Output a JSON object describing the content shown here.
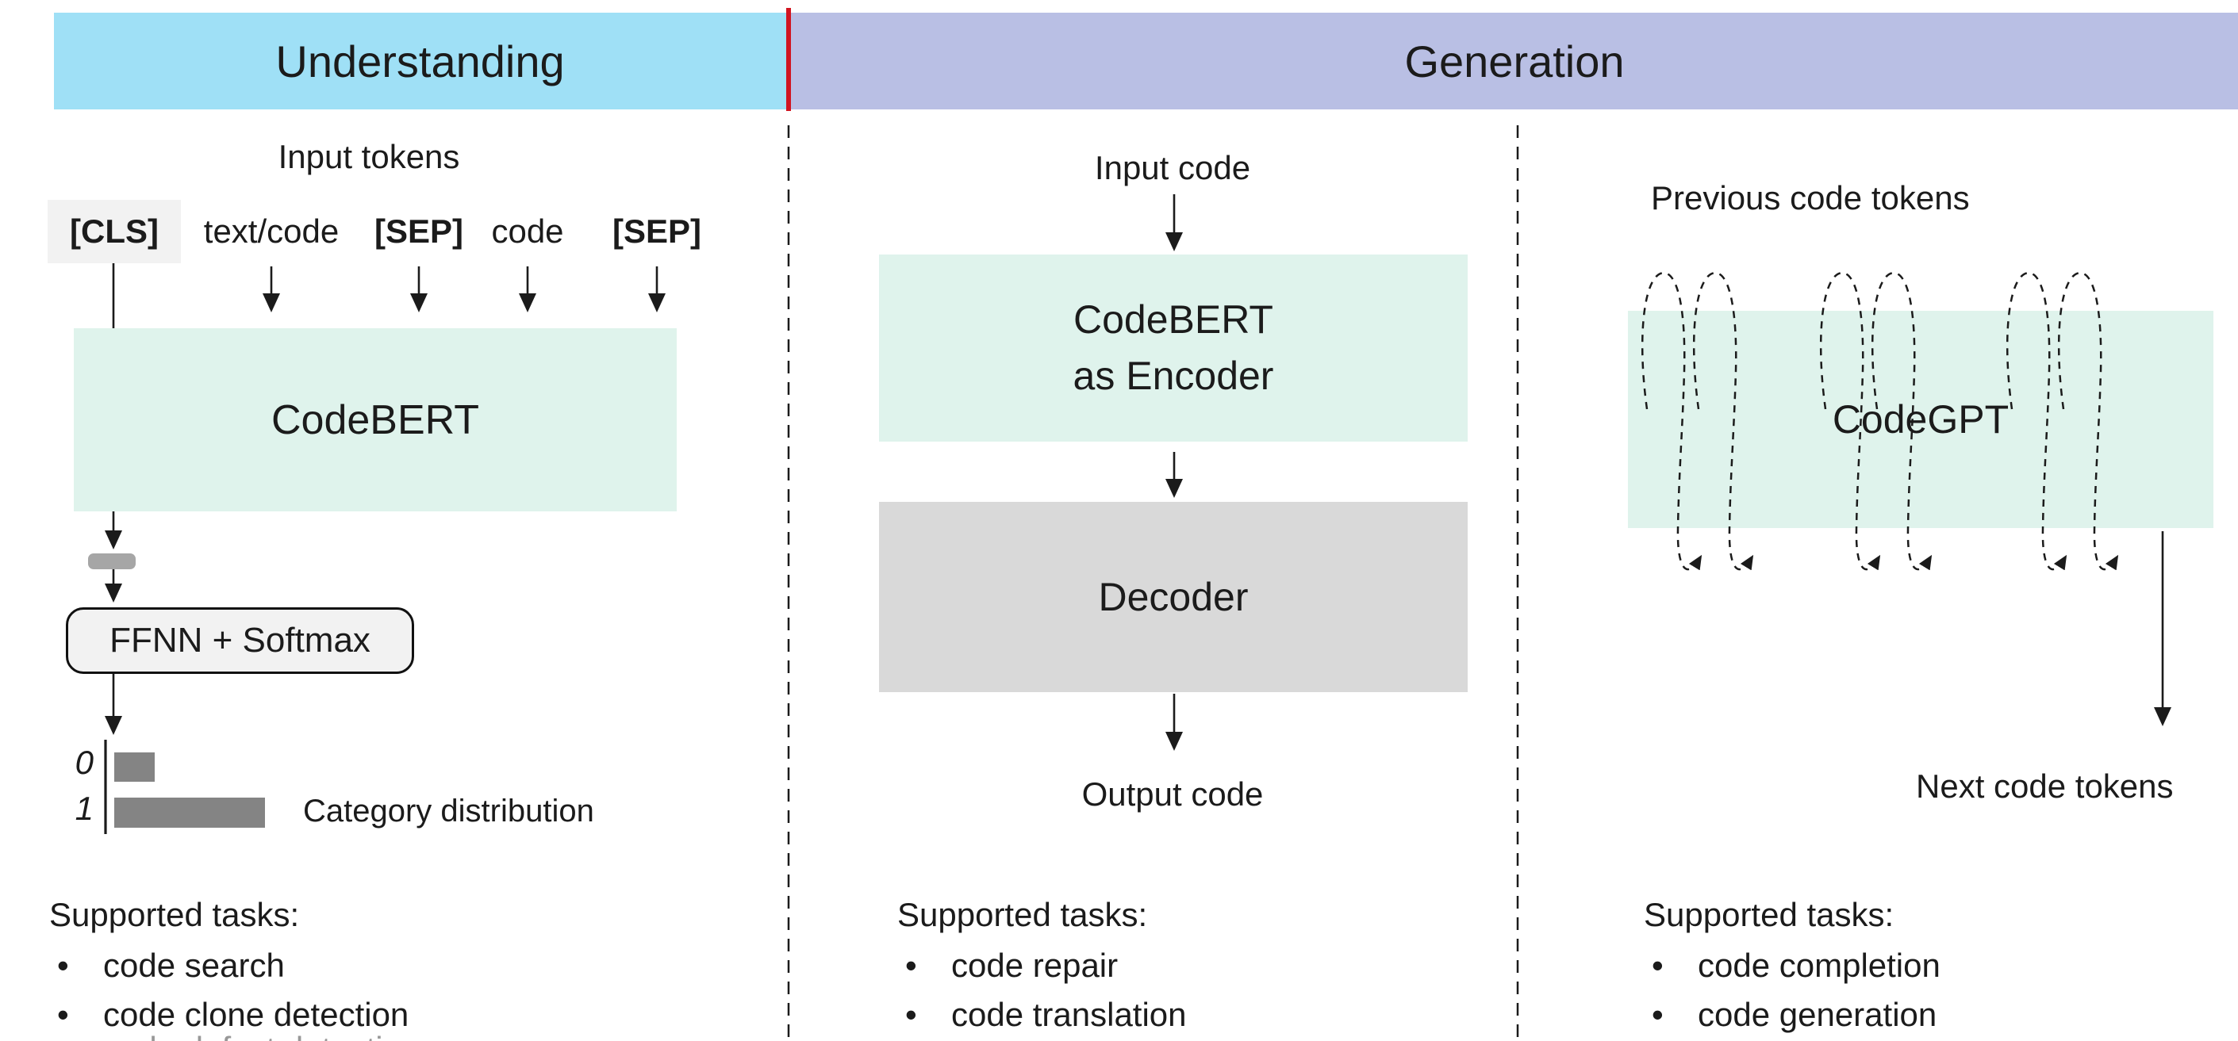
{
  "headers": {
    "understanding": "Understanding",
    "generation": "Generation"
  },
  "colors": {
    "understanding_bg": "#9FE0F6",
    "generation_bg": "#B9BFE4",
    "red_divider": "#D11420",
    "mint_box": "#DFF3EC",
    "decoder_gray": "#D9D9D9",
    "light_gray": "#F2F2F2",
    "pill_gray": "#A6A6A6",
    "bar_gray": "#848484",
    "text": "#1B1B1B"
  },
  "bullet_char": "•",
  "understanding": {
    "input_label": "Input tokens",
    "tokens": {
      "cls": "[CLS]",
      "segment1": "text/code",
      "sep1": "[SEP]",
      "segment2": "code",
      "sep2": "[SEP]"
    },
    "model_label": "CodeBERT",
    "classifier_label": "FFNN + Softmax",
    "chart": {
      "type": "bar",
      "orientation": "horizontal",
      "categories": [
        "0",
        "1"
      ],
      "values": [
        0.25,
        0.75
      ],
      "label": "Category distribution"
    },
    "tasks_title": "Supported tasks:",
    "tasks": [
      "code search",
      "code clone detection"
    ],
    "cutoff_task": "code defect detection"
  },
  "encoder_decoder": {
    "input_label": "Input code",
    "encoder_line1": "CodeBERT",
    "encoder_line2": "as Encoder",
    "decoder_label": "Decoder",
    "output_label": "Output code",
    "tasks_title": "Supported tasks:",
    "tasks": [
      "code repair",
      "code translation"
    ]
  },
  "gpt": {
    "input_label": "Previous code tokens",
    "model_label": "CodeGPT",
    "output_label": "Next code tokens",
    "tasks_title": "Supported tasks:",
    "tasks": [
      "code completion",
      "code generation"
    ]
  }
}
